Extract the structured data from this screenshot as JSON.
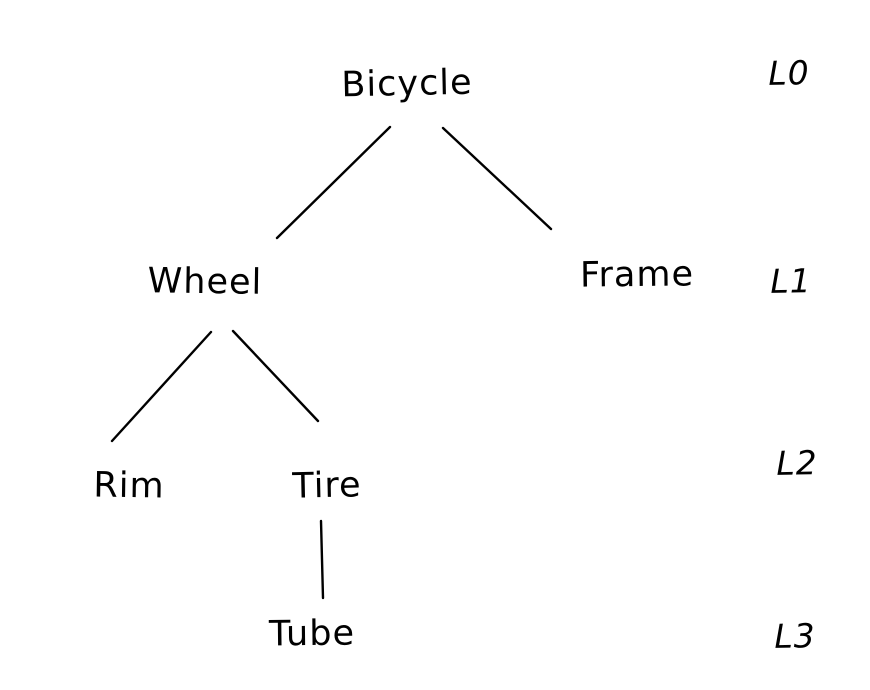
{
  "diagram": {
    "type": "tree",
    "background_color": "#ffffff",
    "ink_color": "#000000"
  },
  "nodes": {
    "bicycle": {
      "label": "Bicycle",
      "level": "L0"
    },
    "wheel": {
      "label": "Wheel",
      "level": "L1"
    },
    "frame": {
      "label": "Frame",
      "level": "L1"
    },
    "rim": {
      "label": "Rim",
      "level": "L2"
    },
    "tire": {
      "label": "Tire",
      "level": "L2"
    },
    "tube": {
      "label": "Tube",
      "level": "L3"
    }
  },
  "edges": [
    {
      "from": "Bicycle",
      "to": "Wheel"
    },
    {
      "from": "Bicycle",
      "to": "Frame"
    },
    {
      "from": "Wheel",
      "to": "Rim"
    },
    {
      "from": "Wheel",
      "to": "Tire"
    },
    {
      "from": "Tire",
      "to": "Tube"
    }
  ],
  "level_labels": {
    "l0": "L0",
    "l1": "L1",
    "l2": "L2",
    "l3": "L3"
  }
}
